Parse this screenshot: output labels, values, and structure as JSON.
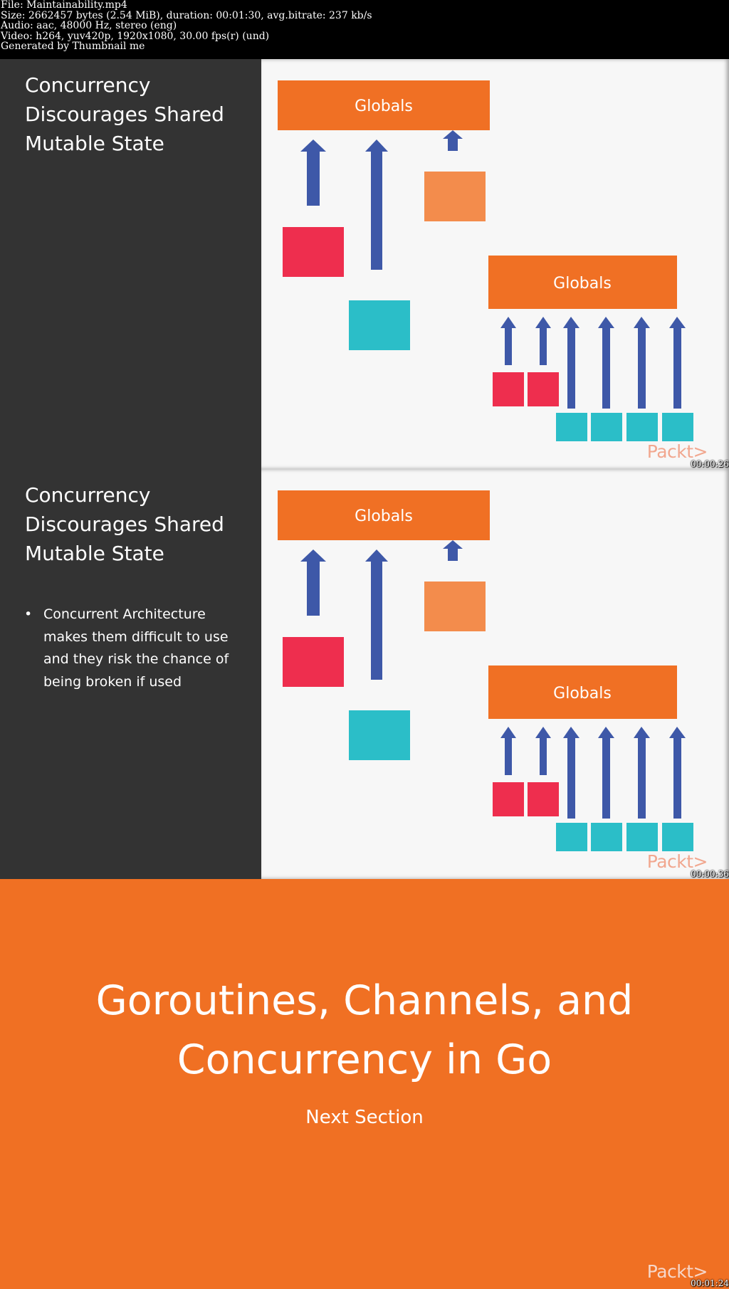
{
  "header": {
    "file_line": "File: Maintainability.mp4",
    "size_line": "Size: 2662457 bytes (2.54 MiB), duration: 00:01:30, avg.bitrate: 237 kb/s",
    "audio_line": "Audio: aac, 48000 Hz, stereo (eng)",
    "video_line": "Video: h264, yuv420p, 1920x1080, 30.00 fps(r) (und)",
    "generated_line": "Generated by Thumbnail me"
  },
  "frames": [
    {
      "title_lines": [
        "Concurrency",
        "Discourages Shared",
        "Mutable State"
      ],
      "bullets": [],
      "timestamp": "00:00:26"
    },
    {
      "title_lines": [
        "Concurrency",
        "Discourages Shared",
        "Mutable State"
      ],
      "bullets": [
        "Concurrent Architecture makes them difficult to use and they risk the chance of being broken if used"
      ],
      "timestamp": "00:00:36"
    },
    {
      "section_title_lines": [
        "Goroutines, Channels, and",
        "Concurrency in Go"
      ],
      "section_subtitle": "Next Section",
      "timestamp": "00:01:24"
    }
  ],
  "diagram": {
    "top_box_label": "Globals",
    "bottom_box_label": "Globals",
    "colors": {
      "globals_box": "#f07024",
      "light_orange_box": "#f38c4c",
      "red_box": "#ee2e4e",
      "teal_box": "#2bbec8",
      "arrow": "#3e58a8"
    }
  },
  "brand": {
    "logo_text": "Packt>"
  }
}
